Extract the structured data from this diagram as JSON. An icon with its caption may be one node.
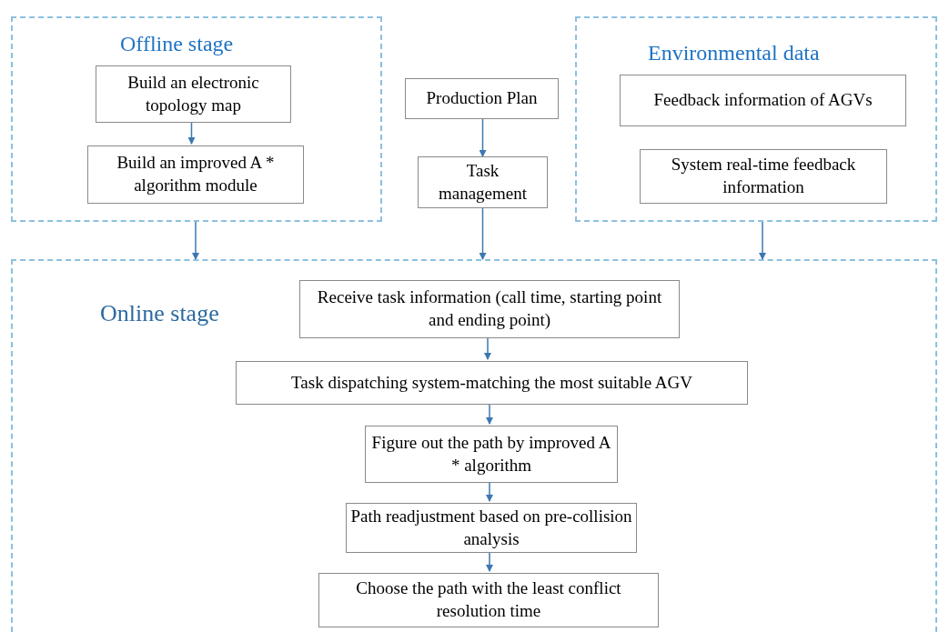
{
  "diagram": {
    "nodes": [
      {
        "text": [
          "Offline stage"
        ]
      },
      {
        "text": [
          "Build an electronic topology map"
        ],
        "in": 0
      },
      {
        "text": [
          "Build an improved A * algorithm module"
        ],
        "in": 0
      },
      {
        "text": [
          "Production Plan"
        ]
      },
      {
        "text": [
          "Task management"
        ]
      },
      {
        "text": [
          "Environmental data"
        ]
      },
      {
        "text": [
          "Feedback information of AGVs"
        ],
        "in": 5
      },
      {
        "text": [
          "System real-time feedback information"
        ],
        "in": 5
      },
      {
        "text": [
          "Online stage"
        ]
      },
      {
        "text": [
          "Receive task information (call time, starting point and ending point)"
        ],
        "in": 8
      },
      {
        "text": [
          "Task dispatching system-matching the most suitable AGV"
        ],
        "in": 8
      },
      {
        "text": [
          "Figure out the path by improved A * algorithm"
        ],
        "in": 8
      },
      {
        "text": [
          "Path readjustment based on pre-collision analysis"
        ],
        "in": 8
      },
      {
        "text": [
          "Choose the path with the least conflict resolution time"
        ],
        "in": 8
      }
    ],
    "edges": [
      {
        "from": 1,
        "to": 2,
        "arrow": "to"
      },
      {
        "from": 3,
        "to": 4,
        "arrow": "to"
      },
      {
        "from": 0,
        "to": 8,
        "arrow": "to"
      },
      {
        "from": 4,
        "to": 8,
        "arrow": "to"
      },
      {
        "from": 5,
        "to": 8,
        "arrow": "to"
      },
      {
        "from": 9,
        "to": 10,
        "arrow": "to"
      },
      {
        "from": 10,
        "to": 11,
        "arrow": "to"
      },
      {
        "from": 11,
        "to": 12,
        "arrow": "to"
      },
      {
        "from": 12,
        "to": 13,
        "arrow": "to"
      }
    ]
  }
}
